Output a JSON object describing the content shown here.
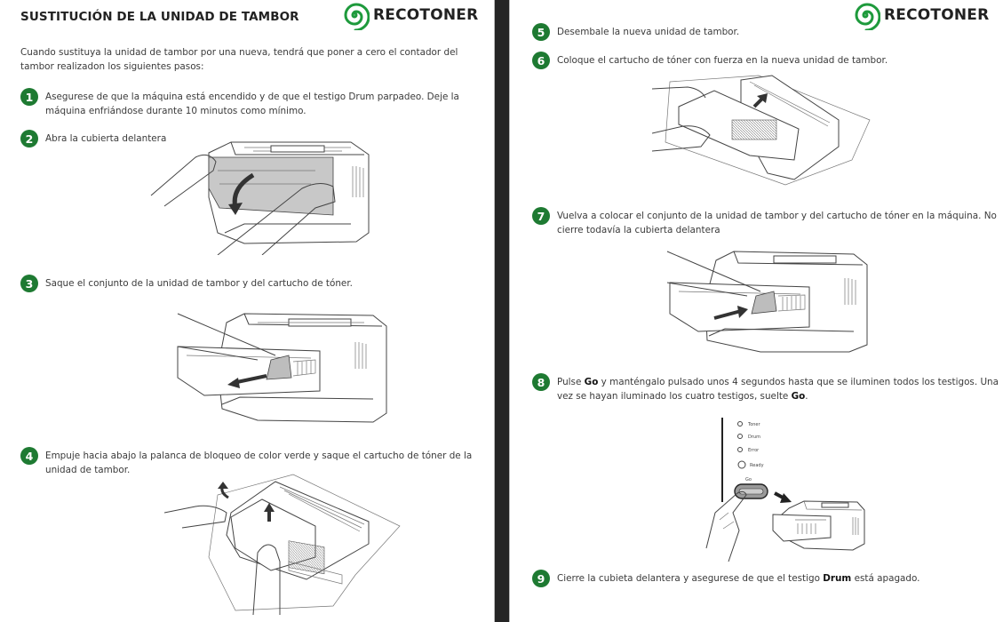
{
  "document": {
    "title": "SUSTITUCIÓN DE LA UNIDAD DE TAMBOR",
    "brand": {
      "name": "RECOTONER",
      "logo_icon": "green-spiral-icon",
      "color": "#1e9a3c"
    },
    "accent_color": "#1e7a32",
    "intro": "Cuando sustituya la unidad de tambor por una nueva, tendrá que poner a cero el contador del tambor realizadon los siguientes pasos:"
  },
  "steps": [
    {
      "number": "1",
      "text": "Asegurese de que la máquina está encendido y de que el testigo Drum parpadeo. Deje la máquina enfriándose durante 10 minutos como mínimo."
    },
    {
      "number": "2",
      "text": "Abra la cubierta delantera"
    },
    {
      "number": "3",
      "text": "Saque el conjunto de la unidad de tambor y del cartucho de tóner."
    },
    {
      "number": "4",
      "text": "Empuje hacia abajo la palanca de bloqueo de color verde y saque el cartucho de tóner de la unidad de tambor."
    },
    {
      "number": "5",
      "text": "Desembale la nueva unidad de tambor."
    },
    {
      "number": "6",
      "text": "Coloque el cartucho de tóner con fuerza en la nueva unidad de tambor."
    },
    {
      "number": "7",
      "text": "Vuelva a colocar el conjunto de la unidad de tambor y del cartucho de tóner en la máquina. No cierre todavía la cubierta delantera"
    },
    {
      "number": "8",
      "text_parts": [
        "Pulse ",
        "Go",
        " y manténgalo pulsado unos 4 segundos hasta que se iluminen todos los testigos. Una vez se hayan iluminado los cuatro testigos, suelte ",
        "Go",
        "."
      ]
    },
    {
      "number": "9",
      "text_parts": [
        "Cierre la cubieta delantera y asegurese de que el testigo ",
        "Drum",
        " está apagado."
      ]
    }
  ],
  "control_panel": {
    "leds": [
      "Toner",
      "Drum",
      "Error",
      "Ready"
    ],
    "button_label": "Go"
  },
  "illustrations": {
    "step2": "printer-open-front-cover-illustration",
    "step3": "remove-drum-toner-assembly-illustration",
    "step4": "separate-toner-from-drum-illustration",
    "step6": "insert-toner-into-drum-illustration",
    "step7": "reinstall-drum-assembly-illustration",
    "step8": "press-go-button-illustration"
  }
}
